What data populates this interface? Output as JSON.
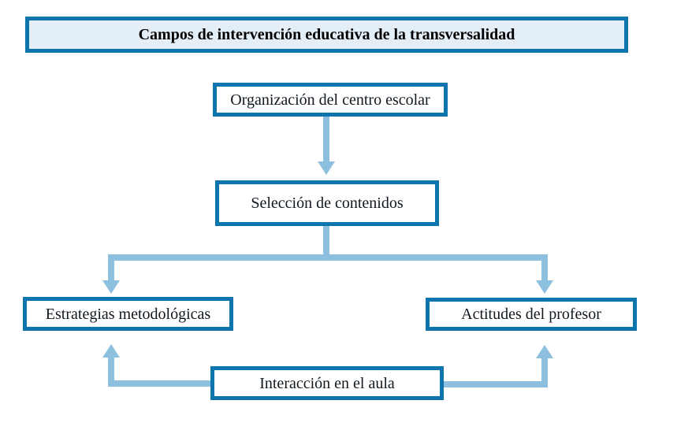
{
  "title": {
    "label": "Campos de intervención educativa de la transversalidad"
  },
  "nodes": {
    "organizacion": {
      "label": "Organización del centro escolar"
    },
    "seleccion": {
      "label": "Selección de contenidos"
    },
    "estrategias": {
      "label": "Estrategias metodológicas"
    },
    "actitudes": {
      "label": "Actitudes del profesor"
    },
    "interaccion": {
      "label": "Interacción en el aula"
    }
  },
  "edges": [
    {
      "from": "organizacion",
      "to": "seleccion",
      "style": "straight-arrow-down"
    },
    {
      "from": "seleccion",
      "to": "estrategias",
      "style": "branch-arrow-down"
    },
    {
      "from": "seleccion",
      "to": "actitudes",
      "style": "branch-arrow-down"
    },
    {
      "from": "interaccion",
      "to": "estrategias",
      "style": "elbow-arrow-up"
    },
    {
      "from": "interaccion",
      "to": "actitudes",
      "style": "elbow-arrow-up"
    }
  ],
  "colors": {
    "box_border": "#0d74ae",
    "title_fill": "#e4eef6",
    "connector": "#8cc0de",
    "text": "#101820",
    "background": "#ffffff"
  }
}
